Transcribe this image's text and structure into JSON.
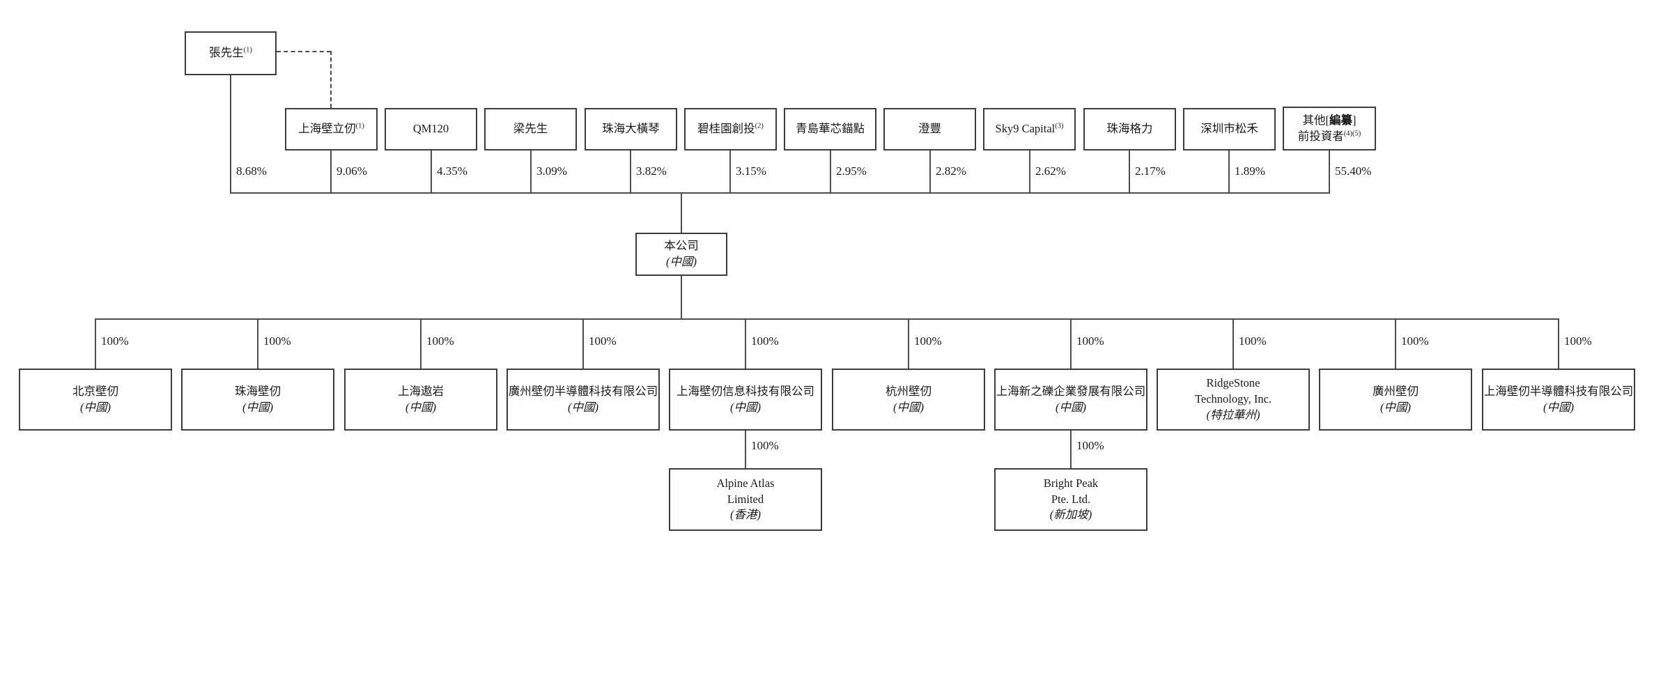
{
  "company": {
    "name": "本公司",
    "jurisdiction": "(中國)"
  },
  "shareholders": [
    {
      "name": "張先生",
      "sup": "(1)",
      "pct": "8.68%"
    },
    {
      "name": "上海壁立仞",
      "sup": "(1)",
      "pct": "9.06%"
    },
    {
      "name": "QM120",
      "sup": "",
      "pct": "4.35%"
    },
    {
      "name": "梁先生",
      "sup": "",
      "pct": "3.09%"
    },
    {
      "name": "珠海大橫琴",
      "sup": "",
      "pct": "3.82%"
    },
    {
      "name": "碧桂園創投",
      "sup": "(2)",
      "pct": "3.15%"
    },
    {
      "name": "青島華芯錨點",
      "sup": "",
      "pct": "2.95%"
    },
    {
      "name": "澄豐",
      "sup": "",
      "pct": "2.82%"
    },
    {
      "name": "Sky9 Capital",
      "sup": "(3)",
      "pct": "2.62%"
    },
    {
      "name": "珠海格力",
      "sup": "",
      "pct": "2.17%"
    },
    {
      "name": "深圳市松禾",
      "sup": "",
      "pct": "1.89%"
    },
    {
      "name_prefix": "其他[",
      "name_bold": "編纂",
      "name_suffix": "]",
      "name_line2": "前投資者",
      "sup": "(4)(5)",
      "pct": "55.40%"
    }
  ],
  "subsidiaries": [
    {
      "name": "北京壁仞",
      "jurisdiction": "(中國)",
      "pct": "100%"
    },
    {
      "name": "珠海壁仞",
      "jurisdiction": "(中國)",
      "pct": "100%"
    },
    {
      "name": "上海遨岩",
      "jurisdiction": "(中國)",
      "pct": "100%"
    },
    {
      "name": "廣州壁仞半導體科技有限公司",
      "jurisdiction": "(中國)",
      "pct": "100%"
    },
    {
      "name": "上海壁仞信息科技有限公司",
      "jurisdiction": "(中國)",
      "pct": "100%"
    },
    {
      "name": "杭州壁仞",
      "jurisdiction": "(中國)",
      "pct": "100%"
    },
    {
      "name": "上海新之礫企業發展有限公司",
      "jurisdiction": "(中國)",
      "pct": "100%"
    },
    {
      "name": "RidgeStone",
      "name_line2": "Technology, Inc.",
      "jurisdiction": "(特拉華州)",
      "pct": "100%"
    },
    {
      "name": "廣州壁仞",
      "jurisdiction": "(中國)",
      "pct": "100%"
    },
    {
      "name": "上海壁仞半導體科技有限公司",
      "jurisdiction": "(中國)",
      "pct": "100%"
    }
  ],
  "second_level_subsidiaries": [
    {
      "name": "Alpine Atlas",
      "name_line2": "Limited",
      "jurisdiction": "(香港)",
      "pct": "100%"
    },
    {
      "name": "Bright Peak",
      "name_line2": "Pte. Ltd.",
      "jurisdiction": "(新加坡)",
      "pct": "100%"
    }
  ]
}
